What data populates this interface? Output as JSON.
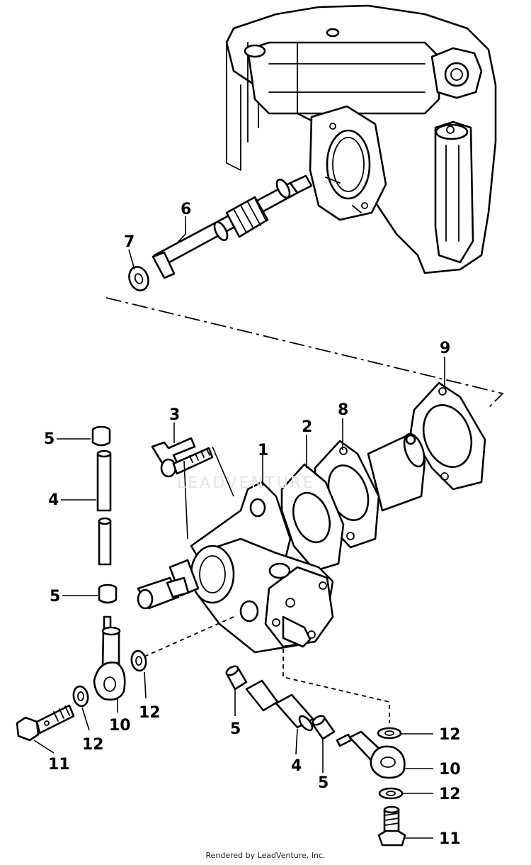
{
  "watermark": "LEADVENTURE",
  "footer": "Rendered by LeadVenture, Inc.",
  "callouts": {
    "c1": "1",
    "c2": "2",
    "c3": "3",
    "c4a": "4",
    "c4b": "4",
    "c5a": "5",
    "c5b": "5",
    "c5c": "5",
    "c5d": "5",
    "c6": "6",
    "c7": "7",
    "c8": "8",
    "c9": "9",
    "c10a": "10",
    "c10b": "10",
    "c11a": "11",
    "c11b": "11",
    "c12a": "12",
    "c12b": "12",
    "c12c": "12",
    "c12d": "12"
  }
}
